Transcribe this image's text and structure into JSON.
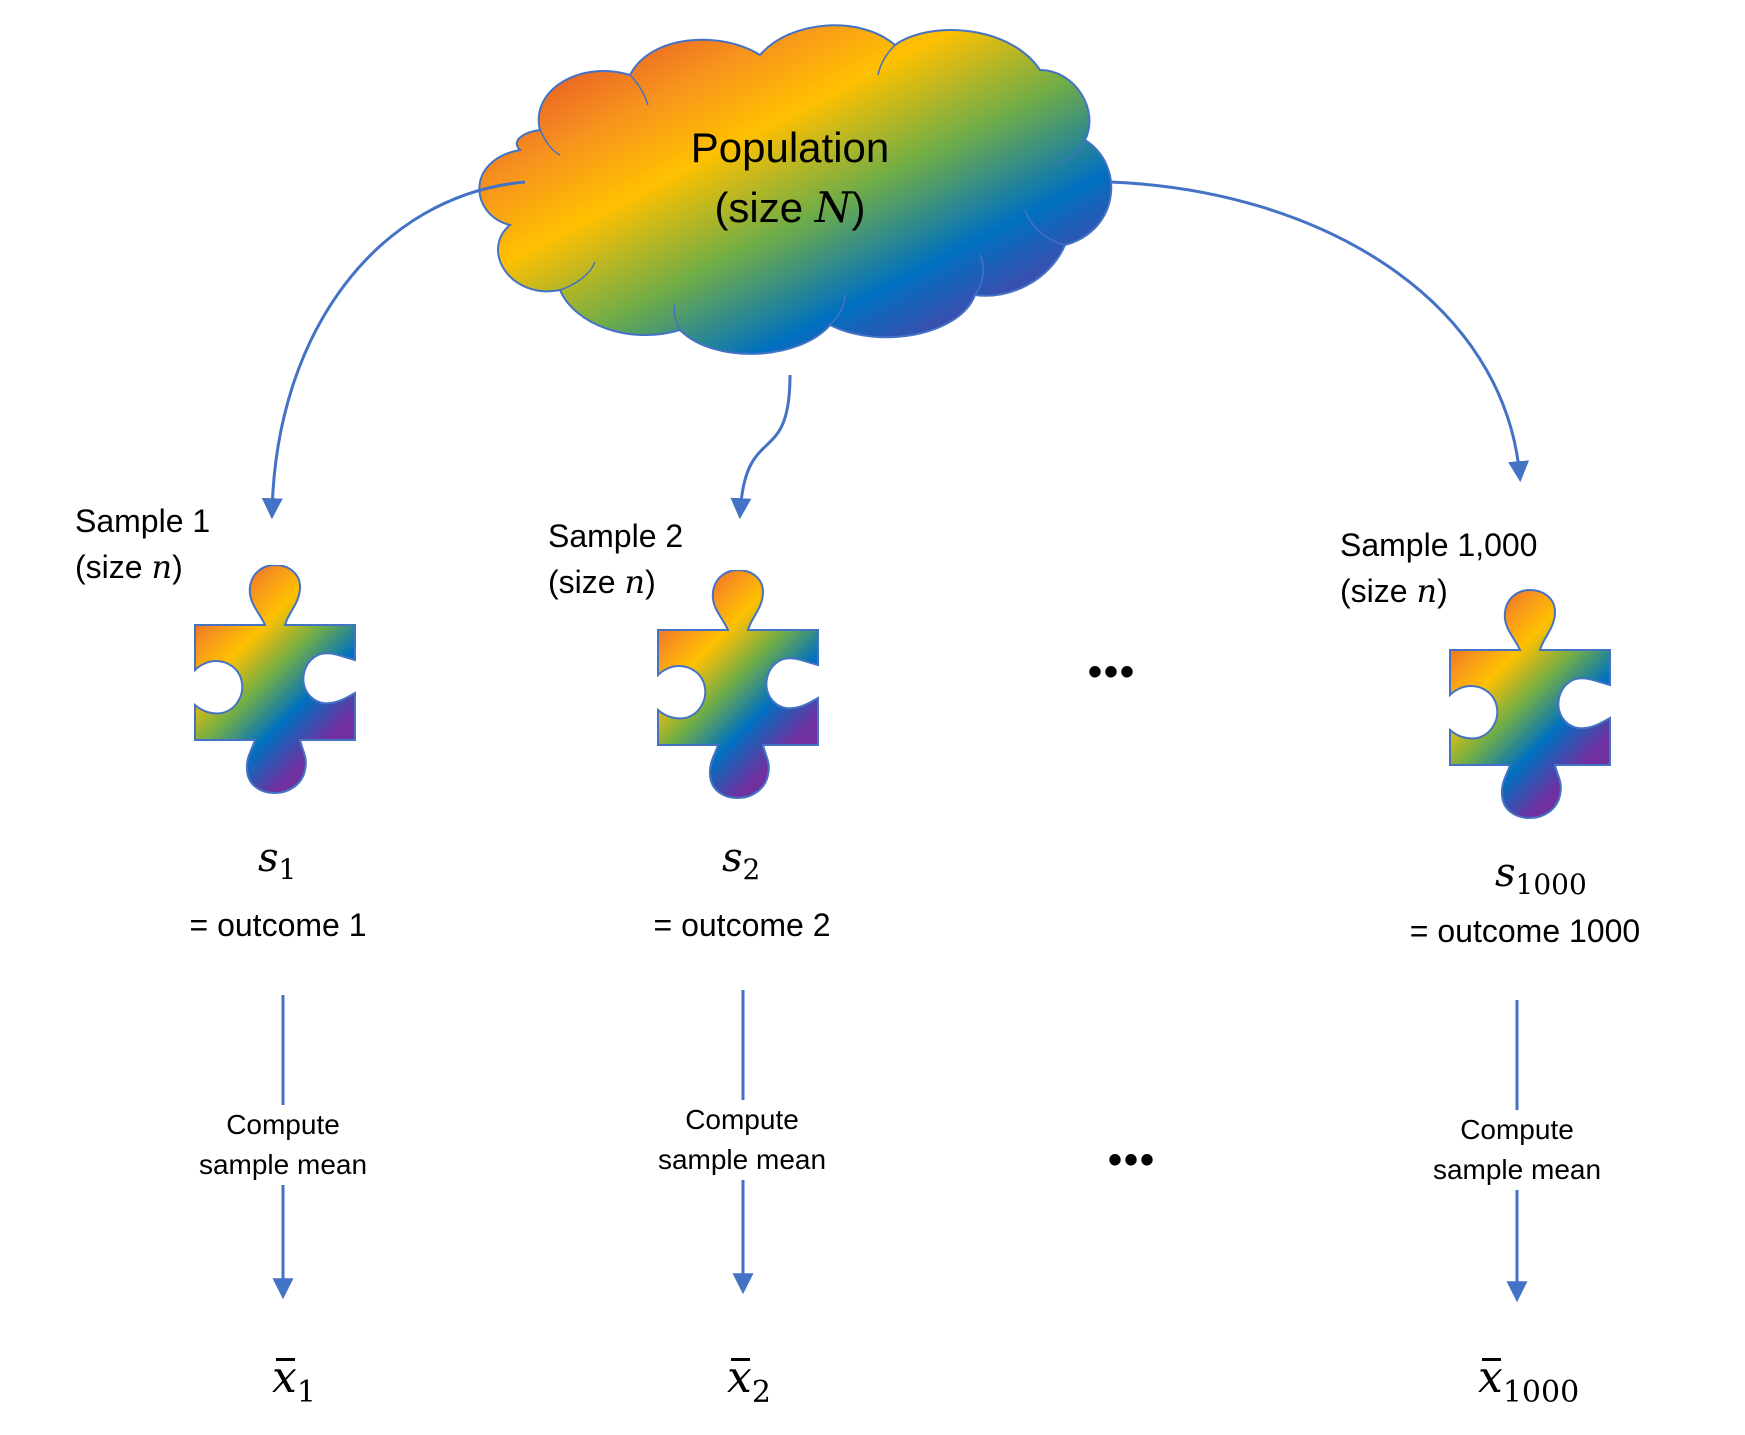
{
  "population": {
    "title": "Population",
    "size_prefix": "(size ",
    "size_symbol": "N",
    "size_suffix": ")"
  },
  "samples": [
    {
      "title": "Sample 1",
      "size_prefix": "(size ",
      "size_symbol": "n",
      "size_suffix": ")",
      "symbol": "s",
      "subscript": "1",
      "outcome": "= outcome 1",
      "compute_line1": "Compute",
      "compute_line2": "sample mean",
      "mean_symbol": "x",
      "mean_subscript": "1"
    },
    {
      "title": "Sample 2",
      "size_prefix": "(size ",
      "size_symbol": "n",
      "size_suffix": ")",
      "symbol": "s",
      "subscript": "2",
      "outcome": "= outcome 2",
      "compute_line1": "Compute",
      "compute_line2": "sample mean",
      "mean_symbol": "x",
      "mean_subscript": "2"
    },
    {
      "title": "Sample 1,000",
      "size_prefix": "(size ",
      "size_symbol": "n",
      "size_suffix": ")",
      "symbol": "s",
      "subscript": "1000",
      "outcome": "= outcome 1000",
      "compute_line1": "Compute",
      "compute_line2": "sample mean",
      "mean_symbol": "x",
      "mean_subscript": "1000"
    }
  ],
  "ellipsis_top": "•••",
  "ellipsis_bottom": "•••",
  "colors": {
    "arrow": "#4472C4",
    "rainbow": [
      "#E0412B",
      "#F7931E",
      "#FFC000",
      "#70AD47",
      "#0070C0",
      "#7030A0"
    ]
  }
}
